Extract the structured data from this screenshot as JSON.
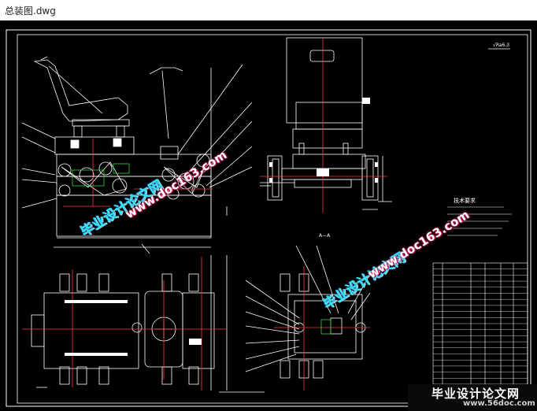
{
  "window": {
    "title": "总装图.dwg"
  },
  "watermarks": {
    "site_cn": "毕业设计论文网",
    "site_url": "www.doc163.com"
  },
  "banner": {
    "cn": "毕业设计论文网",
    "url": "www.56doc.com"
  },
  "drawing": {
    "section_label": "A—A",
    "tech_title": "技术要求",
    "roughness": "√Ra6.3"
  },
  "colors": {
    "background": "#000000",
    "lines": "#ffffff",
    "red": "#ff3b3b",
    "green": "#37d437",
    "watermark_cn": "#2fe6ff"
  }
}
